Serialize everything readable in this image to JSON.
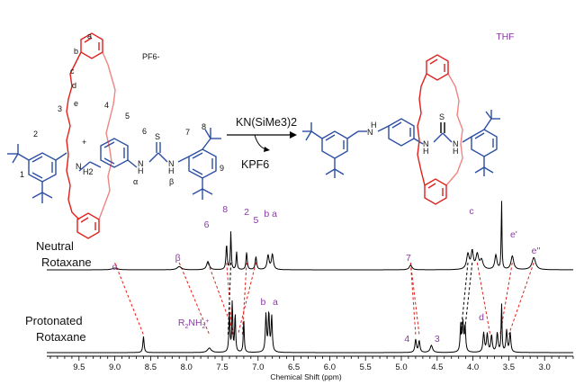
{
  "colors": {
    "red": "#e0201b",
    "blue": "#2b4ea3",
    "purple": "#8a3aa6",
    "black": "#000000",
    "dash_red": "#e0201b"
  },
  "reaction": {
    "reagent": "KN(SiMe3)2",
    "byproduct": "KPF6",
    "counterion": "PF6-",
    "left_labels": [
      "a",
      "b",
      "c",
      "d",
      "e",
      "3",
      "2",
      "1",
      "4",
      "5",
      "6",
      "7",
      "8",
      "9",
      "+",
      "N",
      "H2",
      "N",
      "H",
      "N",
      "H",
      "S",
      "α",
      "β"
    ],
    "right_labels": [
      "N",
      "H",
      "N",
      "H",
      "N",
      "H",
      "S"
    ]
  },
  "chart_data": {
    "type": "line",
    "xlabel": "Chemical Shift (ppm)",
    "xlim": [
      9.95,
      2.6
    ],
    "x_ticks": [
      9.5,
      9.0,
      8.5,
      8.0,
      7.5,
      7.0,
      6.5,
      6.0,
      5.5,
      5.0,
      4.5,
      4.0,
      3.5,
      3.0
    ],
    "x_tick_labels": [
      "9.5",
      "9.0",
      "8.5",
      "8.0",
      "7.5",
      "7.0",
      "6.5",
      "6.0",
      "5.5",
      "5.0",
      "4.5",
      "4.0",
      "3.5",
      "3.0"
    ],
    "series": [
      {
        "name": "Neutral Rotaxane",
        "peaks": [
          {
            "x": 9.0,
            "h": 0.05,
            "w": 0.045
          },
          {
            "x": 8.1,
            "h": 0.09,
            "w": 0.035
          },
          {
            "x": 7.7,
            "h": 0.23,
            "w": 0.022
          },
          {
            "x": 7.44,
            "h": 0.7,
            "w": 0.01
          },
          {
            "x": 7.38,
            "h": 1.05,
            "w": 0.007
          },
          {
            "x": 7.3,
            "h": 0.5,
            "w": 0.008
          },
          {
            "x": 7.16,
            "h": 0.48,
            "w": 0.01
          },
          {
            "x": 7.03,
            "h": 0.36,
            "w": 0.012
          },
          {
            "x": 6.86,
            "h": 0.4,
            "w": 0.016
          },
          {
            "x": 6.8,
            "h": 0.42,
            "w": 0.016
          },
          {
            "x": 4.87,
            "h": 0.13,
            "w": 0.022
          },
          {
            "x": 4.07,
            "h": 0.42,
            "w": 0.022
          },
          {
            "x": 4.01,
            "h": 0.48,
            "w": 0.018
          },
          {
            "x": 3.94,
            "h": 0.4,
            "w": 0.022
          },
          {
            "x": 3.88,
            "h": 0.25,
            "w": 0.025
          },
          {
            "x": 3.68,
            "h": 0.4,
            "w": 0.018
          },
          {
            "x": 3.6,
            "h": 1.95,
            "w": 0.006
          },
          {
            "x": 3.45,
            "h": 0.38,
            "w": 0.022
          },
          {
            "x": 3.15,
            "h": 0.34,
            "w": 0.03
          }
        ],
        "labels": [
          {
            "text": "α",
            "x": 9.0
          },
          {
            "text": "β",
            "x": 8.12
          },
          {
            "text": "6",
            "x": 7.72
          },
          {
            "text": "8",
            "x": 7.46
          },
          {
            "text": "2",
            "x": 7.16
          },
          {
            "text": "5",
            "x": 7.03
          },
          {
            "text": "b",
            "x": 6.88
          },
          {
            "text": "a",
            "x": 6.77
          },
          {
            "text": "7",
            "x": 4.9
          },
          {
            "text": "c",
            "x": 4.02
          },
          {
            "text": "THF",
            "x": 3.55
          },
          {
            "text": "e'",
            "x": 3.43
          },
          {
            "text": "e''",
            "x": 3.12
          }
        ]
      },
      {
        "name": "Protonated Rotaxane",
        "peaks": [
          {
            "x": 8.6,
            "h": 0.25,
            "w": 0.01
          },
          {
            "x": 7.68,
            "h": 0.07,
            "w": 0.03
          },
          {
            "x": 7.4,
            "h": 0.6,
            "w": 0.009
          },
          {
            "x": 7.36,
            "h": 0.8,
            "w": 0.007
          },
          {
            "x": 7.32,
            "h": 0.6,
            "w": 0.008
          },
          {
            "x": 7.2,
            "h": 0.5,
            "w": 0.008
          },
          {
            "x": 6.89,
            "h": 0.58,
            "w": 0.01
          },
          {
            "x": 6.85,
            "h": 0.6,
            "w": 0.01
          },
          {
            "x": 6.81,
            "h": 0.55,
            "w": 0.01
          },
          {
            "x": 4.8,
            "h": 0.2,
            "w": 0.012
          },
          {
            "x": 4.75,
            "h": 0.18,
            "w": 0.012
          },
          {
            "x": 4.58,
            "h": 0.11,
            "w": 0.02
          },
          {
            "x": 4.17,
            "h": 0.42,
            "w": 0.01
          },
          {
            "x": 4.14,
            "h": 0.44,
            "w": 0.01
          },
          {
            "x": 4.11,
            "h": 0.4,
            "w": 0.01
          },
          {
            "x": 3.85,
            "h": 0.3,
            "w": 0.012
          },
          {
            "x": 3.8,
            "h": 0.28,
            "w": 0.012
          },
          {
            "x": 3.74,
            "h": 0.26,
            "w": 0.012
          },
          {
            "x": 3.66,
            "h": 0.3,
            "w": 0.012
          },
          {
            "x": 3.6,
            "h": 0.75,
            "w": 0.007
          },
          {
            "x": 3.53,
            "h": 0.34,
            "w": 0.011
          },
          {
            "x": 3.48,
            "h": 0.3,
            "w": 0.011
          }
        ],
        "labels": [
          {
            "text": "b",
            "x": 6.93
          },
          {
            "text": "a",
            "x": 6.76
          },
          {
            "text": "R2NH2+",
            "x": 7.9
          },
          {
            "text": "4",
            "x": 4.92
          },
          {
            "text": "3",
            "x": 4.5
          },
          {
            "text": "d",
            "x": 3.88
          }
        ]
      }
    ],
    "correlations": [
      {
        "from": 9.0,
        "to": 8.6,
        "style": "red"
      },
      {
        "from": 8.1,
        "to": 7.68,
        "style": "red"
      },
      {
        "from": 7.7,
        "to": 7.33,
        "style": "red"
      },
      {
        "from": 7.44,
        "to": 7.36,
        "style": "red"
      },
      {
        "from": 7.16,
        "to": 7.22,
        "style": "red"
      },
      {
        "from": 7.03,
        "to": 7.28,
        "style": "red"
      },
      {
        "from": 7.38,
        "to": 7.42,
        "style": "black"
      },
      {
        "from": 4.87,
        "to": 4.8,
        "style": "red"
      },
      {
        "from": 4.87,
        "to": 4.75,
        "style": "red"
      },
      {
        "from": 4.07,
        "to": 4.17,
        "style": "black"
      },
      {
        "from": 4.01,
        "to": 4.12,
        "style": "black"
      },
      {
        "from": 3.94,
        "to": 3.76,
        "style": "red"
      },
      {
        "from": 3.45,
        "to": 3.62,
        "style": "red"
      },
      {
        "from": 3.15,
        "to": 3.5,
        "style": "red"
      }
    ]
  }
}
